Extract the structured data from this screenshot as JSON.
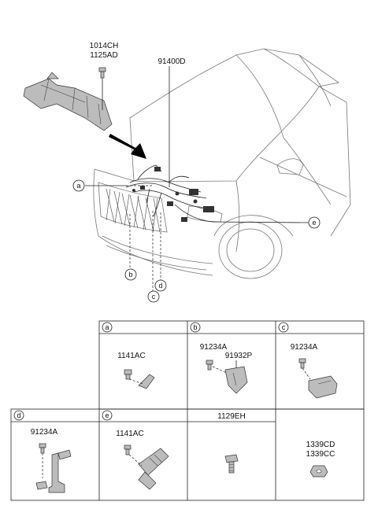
{
  "main_callouts": {
    "bracket_part_1": "1014CH",
    "bracket_part_2": "1125AD",
    "harness_part": "91400D"
  },
  "circle_labels": {
    "a": "a",
    "b": "b",
    "c": "c",
    "d": "d",
    "e": "e"
  },
  "table": {
    "cells": [
      {
        "tag": "a",
        "parts": [
          "1141AC"
        ]
      },
      {
        "tag": "b",
        "parts": [
          "91234A",
          "91932P"
        ]
      },
      {
        "tag": "c",
        "parts": [
          "91234A"
        ]
      },
      {
        "tag": "d",
        "parts": [
          "91234A"
        ]
      },
      {
        "tag": "e",
        "parts": [
          "1141AC"
        ]
      },
      {
        "tag": "",
        "header": "1129EH",
        "parts": []
      },
      {
        "tag": "",
        "parts": [
          "1339CD",
          "1339CC"
        ]
      }
    ]
  }
}
